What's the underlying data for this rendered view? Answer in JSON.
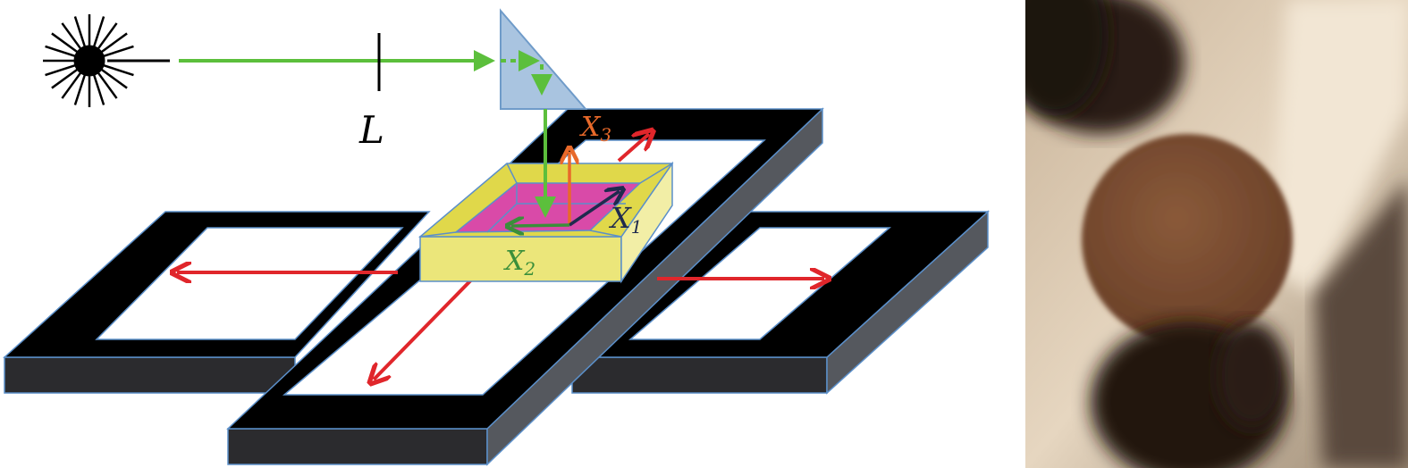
{
  "labels": {
    "lens": "L",
    "x1": {
      "main": "X",
      "sub": "1"
    },
    "x2": {
      "main": "X",
      "sub": "2"
    },
    "x3": {
      "main": "X",
      "sub": "3"
    }
  },
  "colors": {
    "beam": "#5cbf3c",
    "translation_arrow": "#e0262b",
    "x1": "#1f2a4e",
    "x2": "#3a8f3a",
    "x3": "#e8692a",
    "frame": "#000000",
    "sample_holder": "#e8e27a",
    "sample": "#d94aa8",
    "prism": "#a9c4e0"
  }
}
